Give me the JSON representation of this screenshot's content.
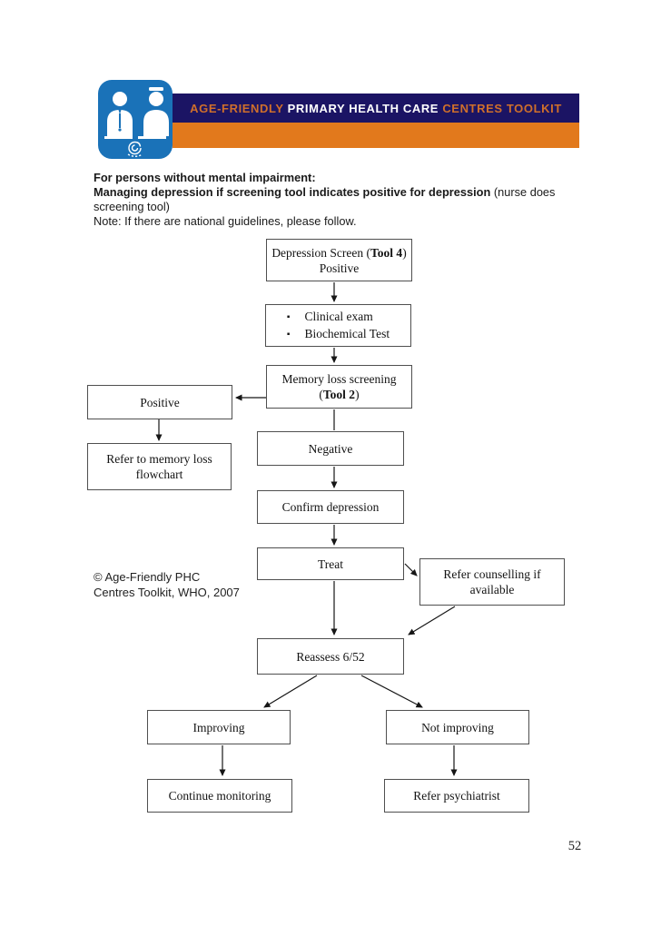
{
  "header": {
    "logo_icon": "doctor-nurse-who-swirl",
    "title": {
      "part1": "AGE-FRIENDLY",
      "part2": "PRIMARY HEALTH CARE",
      "part3": "CENTRES TOOLKIT"
    },
    "colors": {
      "navy": "#1b1464",
      "orange_bar": "#e2791c",
      "title_orange": "#cf6f2b",
      "title_white": "#ffffff",
      "logo_blue": "#1a72b8"
    }
  },
  "intro": {
    "heading": "For persons without mental impairment:",
    "subheading_bold": "Managing depression if screening tool indicates positive for depression",
    "subheading_regular": " (nurse does",
    "subheading_wrap": "screening tool)",
    "note": "Note: If there are national guidelines, please follow."
  },
  "flowchart": {
    "depression_screen": {
      "pre": "Depression Screen (",
      "bold": "Tool 4",
      "post": ")",
      "line2": "Positive"
    },
    "assessments": {
      "items": [
        "Clinical exam",
        "Biochemical Test"
      ]
    },
    "memory_screening": {
      "line1": "Memory loss screening",
      "pre": "(",
      "bold": "Tool 2",
      "post": ")"
    },
    "positive": {
      "label": "Positive"
    },
    "refer_memory": {
      "label": "Refer to memory loss flowchart"
    },
    "negative": {
      "label": "Negative"
    },
    "confirm": {
      "label": "Confirm depression"
    },
    "treat": {
      "label": "Treat"
    },
    "counselling": {
      "label": "Refer counselling if available"
    },
    "reassess": {
      "label": "Reassess 6/52"
    },
    "improving": {
      "label": "Improving"
    },
    "not_improving": {
      "label": "Not improving"
    },
    "continue_monitoring": {
      "label": "Continue monitoring"
    },
    "refer_psychiatrist": {
      "label": "Refer psychiatrist"
    }
  },
  "footer": {
    "copyright_line1": "© Age-Friendly PHC",
    "copyright_line2": "Centres Toolkit, WHO, 2007",
    "page_number": "52"
  }
}
